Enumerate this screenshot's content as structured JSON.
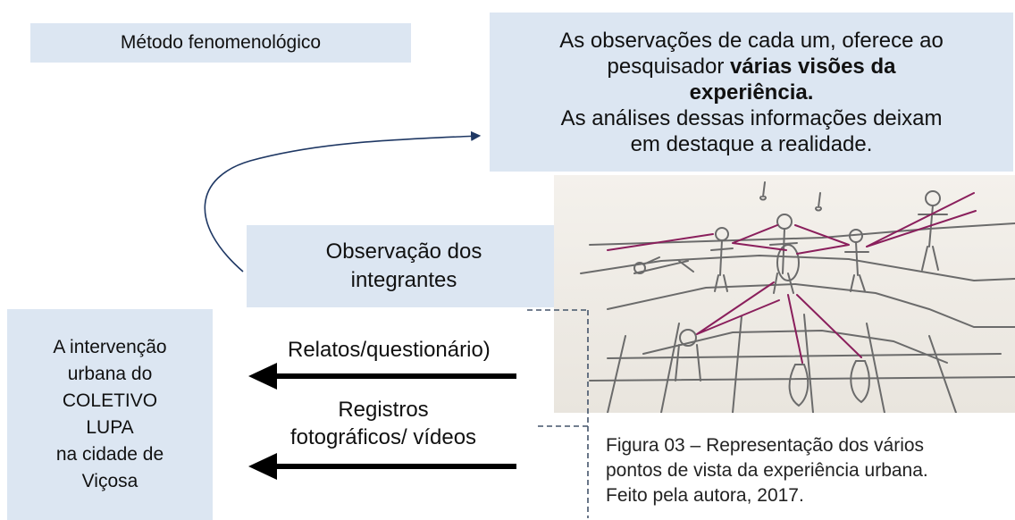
{
  "method_box": {
    "text": "Método fenomenológico"
  },
  "observations_box": {
    "line1": "As observações de cada um, oferece ao",
    "line2_normal": "pesquisador",
    "line2_bold": "várias visões da",
    "line3_bold": "experiência.",
    "line4": "As análises dessas informações deixam",
    "line5": "em destaque a realidade."
  },
  "integrantes_box": {
    "line1": "Observação dos",
    "line2": "integrantes"
  },
  "intervencao_box": {
    "lines": [
      "A intervenção",
      "urbana do",
      "COLETIVO",
      "LUPA",
      "na cidade de",
      "Viçosa"
    ]
  },
  "arrows": {
    "relatos_label": "Relatos/questionário)",
    "registros_line1": "Registros",
    "registros_line2": "fotográficos/ vídeos"
  },
  "figure": {
    "caption_line1": "Figura 03 – Representação dos vários",
    "caption_line2": "pontos de vista da experiência urbana.",
    "caption_line3": "Feito pela autora, 2017."
  },
  "colors": {
    "box_fill": "#dce6f2",
    "curve": "#1f3864",
    "arrow": "#000000",
    "dashed": "#44546a",
    "sketch_lines": "#8a1f5c",
    "pencil": "#6b6b6b"
  }
}
